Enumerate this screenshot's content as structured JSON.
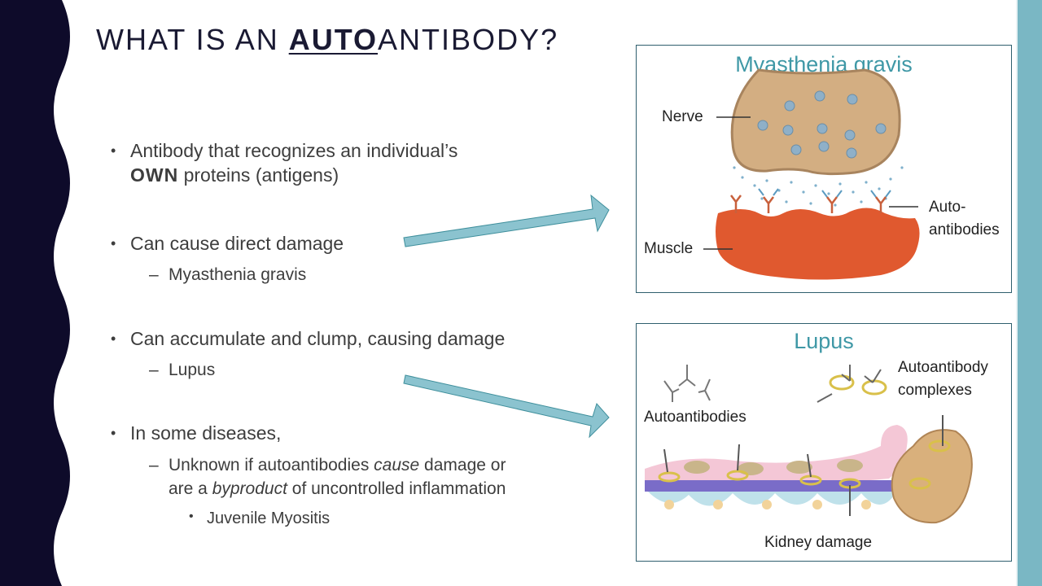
{
  "slide": {
    "title_prefix": "WHAT IS AN ",
    "title_emph": "AUTO",
    "title_suffix": "ANTIBODY?",
    "accent_color": "#7ab7c4",
    "dark_edge_color": "#0e0b2a"
  },
  "bullets": {
    "b1_line1": "Antibody that recognizes an individual’s",
    "b1_line2_bold": "OWN",
    "b1_line2_rest": " proteins (antigens)",
    "b2": "Can cause direct damage",
    "b2_sub": "Myasthenia gravis",
    "b3": "Can accumulate and clump, causing damage",
    "b3_sub": "Lupus",
    "b4": "In some diseases,",
    "b4_sub_1a": "Unknown if autoantibodies ",
    "b4_sub_1b": "cause",
    "b4_sub_1c": " damage or",
    "b4_sub_2a": "are a ",
    "b4_sub_2b": "byproduct",
    "b4_sub_2c": " of uncontrolled inflammation",
    "b4_subsub": "Juvenile Myositis"
  },
  "panel_mg": {
    "title": "Myasthenia gravis",
    "nerve": "Nerve",
    "muscle": "Muscle",
    "auto_1": "Auto-",
    "auto_2": "antibodies"
  },
  "panel_lupus": {
    "title": "Lupus",
    "autoantibodies": "Autoantibodies",
    "complex_1": "Autoantibody",
    "complex_2": "complexes",
    "kidney": "Kidney damage"
  }
}
